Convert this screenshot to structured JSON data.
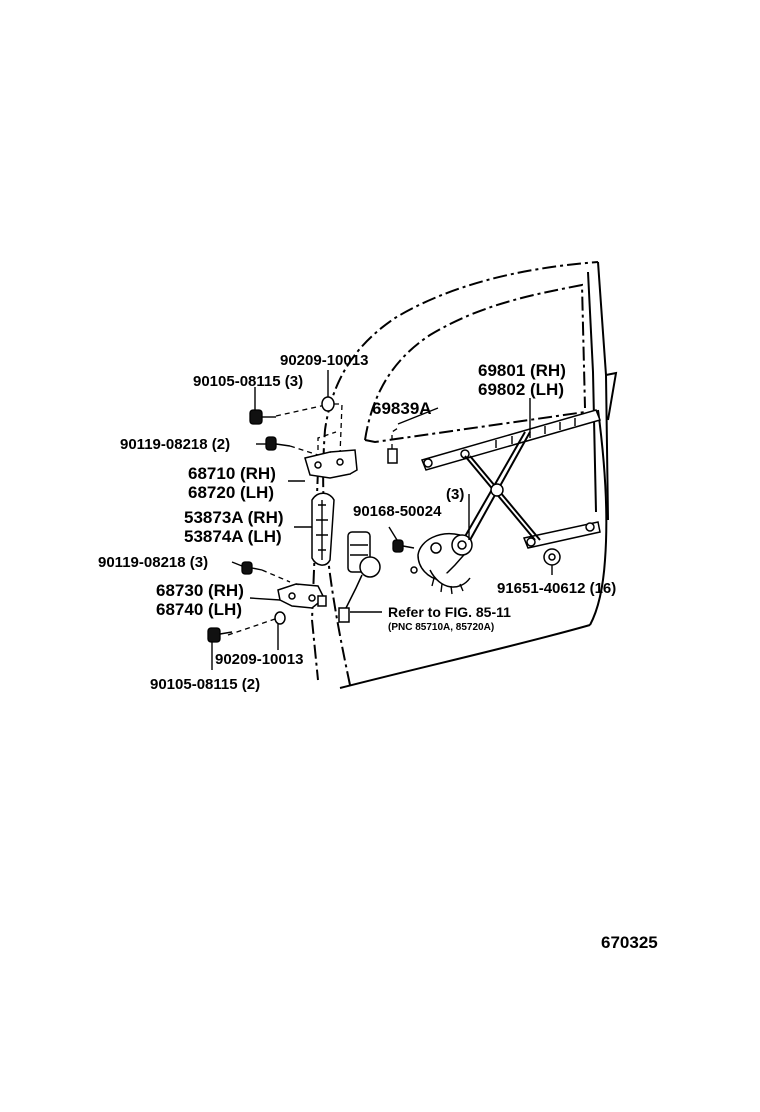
{
  "diagram": {
    "figure_number": "670325",
    "labels": {
      "bolt_upper_hinge": "90105-08115 (3)",
      "washer_upper": "90209-10013",
      "bolt_hinge_body_upper": "90119-08218 (2)",
      "upper_hinge_rh": "68710 (RH)",
      "upper_hinge_lh": "68720 (LH)",
      "check_rh": "53873A (RH)",
      "check_lh": "53874A (LH)",
      "bolt_hinge_body_lower": "90119-08218 (3)",
      "lower_hinge_rh": "68730 (RH)",
      "lower_hinge_lh": "68740 (LH)",
      "washer_lower": "90209-10013",
      "bolt_lower_hinge": "90105-08115 (2)",
      "channel": "69839A",
      "regulator_rh": "69801 (RH)",
      "regulator_lh": "69802 (LH)",
      "screw_count": "(3)",
      "screw": "90168-50024",
      "nut": "91651-40612 (16)",
      "refer_line1": "Refer to FIG. 85-11",
      "refer_line2": "(PNC 85710A, 85720A)"
    }
  }
}
